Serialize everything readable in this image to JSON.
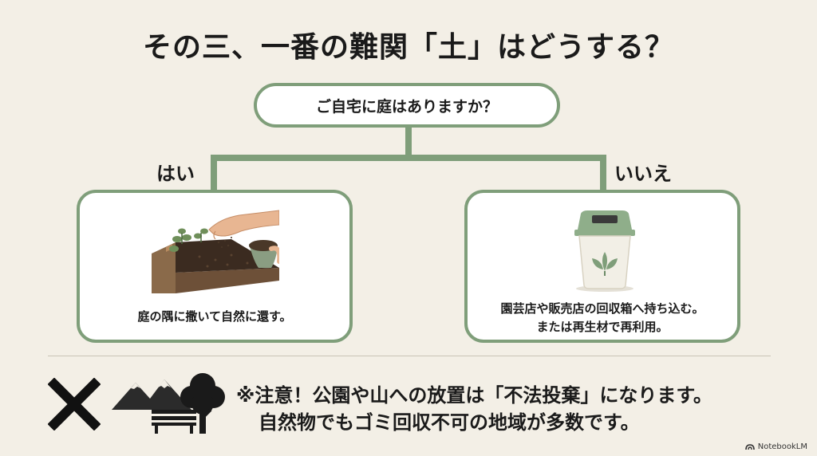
{
  "title": "その三、一番の難関「土」はどうする？",
  "question": "ご自宅に庭はありますか？",
  "branches": {
    "yes": {
      "label": "はい",
      "text": "庭の隅に撒いて自然に還す。",
      "icon": "hand-scattering-soil-on-garden-bed"
    },
    "no": {
      "label": "いいえ",
      "text_line1": "園芸店や販売店の回収箱へ持ち込む。",
      "text_line2": "または再生材で再利用。",
      "icon": "recycling-bin-with-leaf"
    }
  },
  "warning": {
    "line1": "※注意！公園や山への放置は「不法投棄」になります。",
    "line2": "自然物でもゴミ回収不可の地域が多数です。",
    "icons": [
      "cross-mark-icon",
      "mountain-icon",
      "bench-icon",
      "tree-icon"
    ]
  },
  "watermark": "NotebookLM",
  "colors": {
    "background": "#f3efe6",
    "accent_green": "#7f9e7a",
    "text": "#1a1a1a"
  }
}
